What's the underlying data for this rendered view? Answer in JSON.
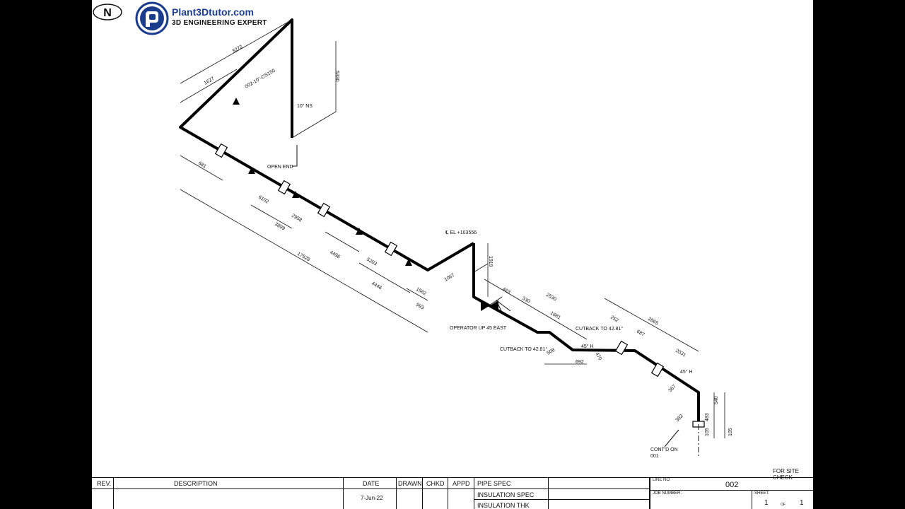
{
  "north_label": "N",
  "brand": {
    "title": "Plant3Dtutor.com",
    "subtitle": "3D ENGINEERING EXPERT"
  },
  "annotations": {
    "line_tag": "002-10\"-CS150",
    "size": "10\" NS",
    "open_end": "OPEN END",
    "elevation": "℄ EL +103556",
    "operator": "OPERATOR UP 45 EAST",
    "cutback_1": "CUTBACK TO 42.81°",
    "cutback_2": "CUTBACK TO 42.81°",
    "angle_1": "45° H",
    "angle_2": "45° H",
    "contd": "CONT'D ON",
    "contd_sheet": "001",
    "site_check": "FOR SITE CHECK"
  },
  "dimensions": {
    "d3272": "3272",
    "d1627": "1627",
    "d5330": "5330",
    "d681": "681",
    "d6102": "6102",
    "d2958": "2958",
    "d3899": "3899",
    "d4496": "4496",
    "d17528": "17528",
    "d5203": "5203",
    "d4446": "4446",
    "d1562": "1562",
    "d993": "993",
    "d1067": "1067",
    "d1919": "1919",
    "d463": "463",
    "d330": "330",
    "d2530": "2530",
    "d1681": "1681",
    "d508": "508",
    "d692": "692",
    "d470": "470",
    "d252": "252",
    "d687": "687",
    "d2865": "2865",
    "d2031": "2031",
    "d367": "367",
    "d540": "540",
    "d483": "483",
    "d105a": "105",
    "d105b": "105",
    "d382": "382"
  },
  "title_block": {
    "rev": "REV.",
    "description": "DESCRIPTION",
    "date": "DATE",
    "drawn": "DRAWN",
    "chkd": "CHKD",
    "appd": "APPD",
    "date_value": "7-Jun-22",
    "pipe_spec": "PIPE SPEC",
    "insulation_spec": "INSULATION SPEC",
    "insulation_thk": "INSULATION THK",
    "line_no_label": "LINE NO:",
    "line_no": "002",
    "job_number_label": "JOB NUMBER:",
    "sheet_label": "SHEET:",
    "sheet": "1",
    "of_label": "OF",
    "of": "1"
  }
}
